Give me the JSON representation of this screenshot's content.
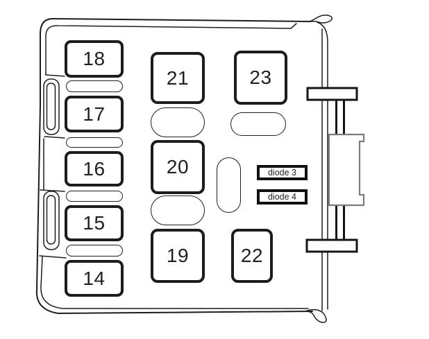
{
  "panel": {
    "slots": [
      {
        "id": "fuse-18",
        "label": "18"
      },
      {
        "id": "fuse-17",
        "label": "17"
      },
      {
        "id": "fuse-16",
        "label": "16"
      },
      {
        "id": "fuse-15",
        "label": "15"
      },
      {
        "id": "fuse-14",
        "label": "14"
      },
      {
        "id": "relay-21",
        "label": "21"
      },
      {
        "id": "relay-20",
        "label": "20"
      },
      {
        "id": "relay-19",
        "label": "19"
      },
      {
        "id": "relay-23",
        "label": "23"
      },
      {
        "id": "relay-22",
        "label": "22"
      }
    ],
    "diodes": [
      {
        "id": "diode-3",
        "label": "diode 3"
      },
      {
        "id": "diode-4",
        "label": "diode 4"
      }
    ]
  },
  "colors": {
    "line": "#1c1c1c",
    "bracket_line": "#7c7c7c",
    "background": "#ffffff"
  }
}
